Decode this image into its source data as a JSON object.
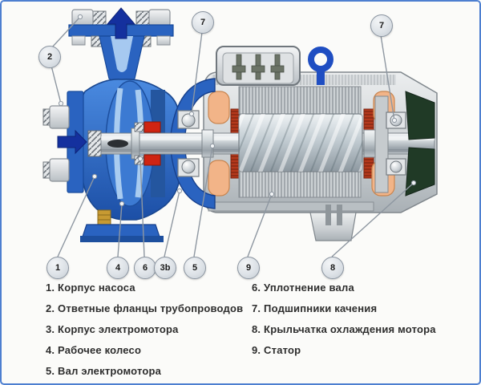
{
  "diagram": {
    "callouts": [
      {
        "id": "pipe-flanges",
        "label": "2"
      },
      {
        "id": "bearing-front",
        "label": "7"
      },
      {
        "id": "bearing-rear",
        "label": "7"
      },
      {
        "id": "pump-casing",
        "label": "1"
      },
      {
        "id": "impeller",
        "label": "4"
      },
      {
        "id": "shaft-seal",
        "label": "6"
      },
      {
        "id": "motor-housing",
        "label": "3b"
      },
      {
        "id": "motor-shaft",
        "label": "5"
      },
      {
        "id": "stator",
        "label": "9"
      },
      {
        "id": "cooling-fan",
        "label": "8"
      }
    ],
    "flow_arrows": [
      "discharge-up",
      "suction-in"
    ]
  },
  "legend": {
    "items_left": [
      "1. Корпус насоса",
      "2. Ответные фланцы трубопроводов",
      "3. Корпус электромотора",
      "4. Рабочее колесо",
      "5. Вал электромотора"
    ],
    "items_right": [
      "6. Уплотнение вала",
      "7. Подшипники качения",
      "8. Крыльчатка охлаждения мотора",
      "9. Статор"
    ]
  },
  "colors": {
    "frame_border": "#4d7fd0",
    "pump_blue": "#2a63c0",
    "pump_blue_dark": "#1a478f",
    "flow_arrow_blue": "#14309e",
    "seal_red": "#cf2412",
    "winding_copper": "#b5391c",
    "winding_end_salmon": "#f2b488",
    "fan_dark_green": "#203a26",
    "drain_plug_brass": "#c79a32",
    "callout_fill": "#dde2e7",
    "legend_text": "#2d2d2d"
  }
}
